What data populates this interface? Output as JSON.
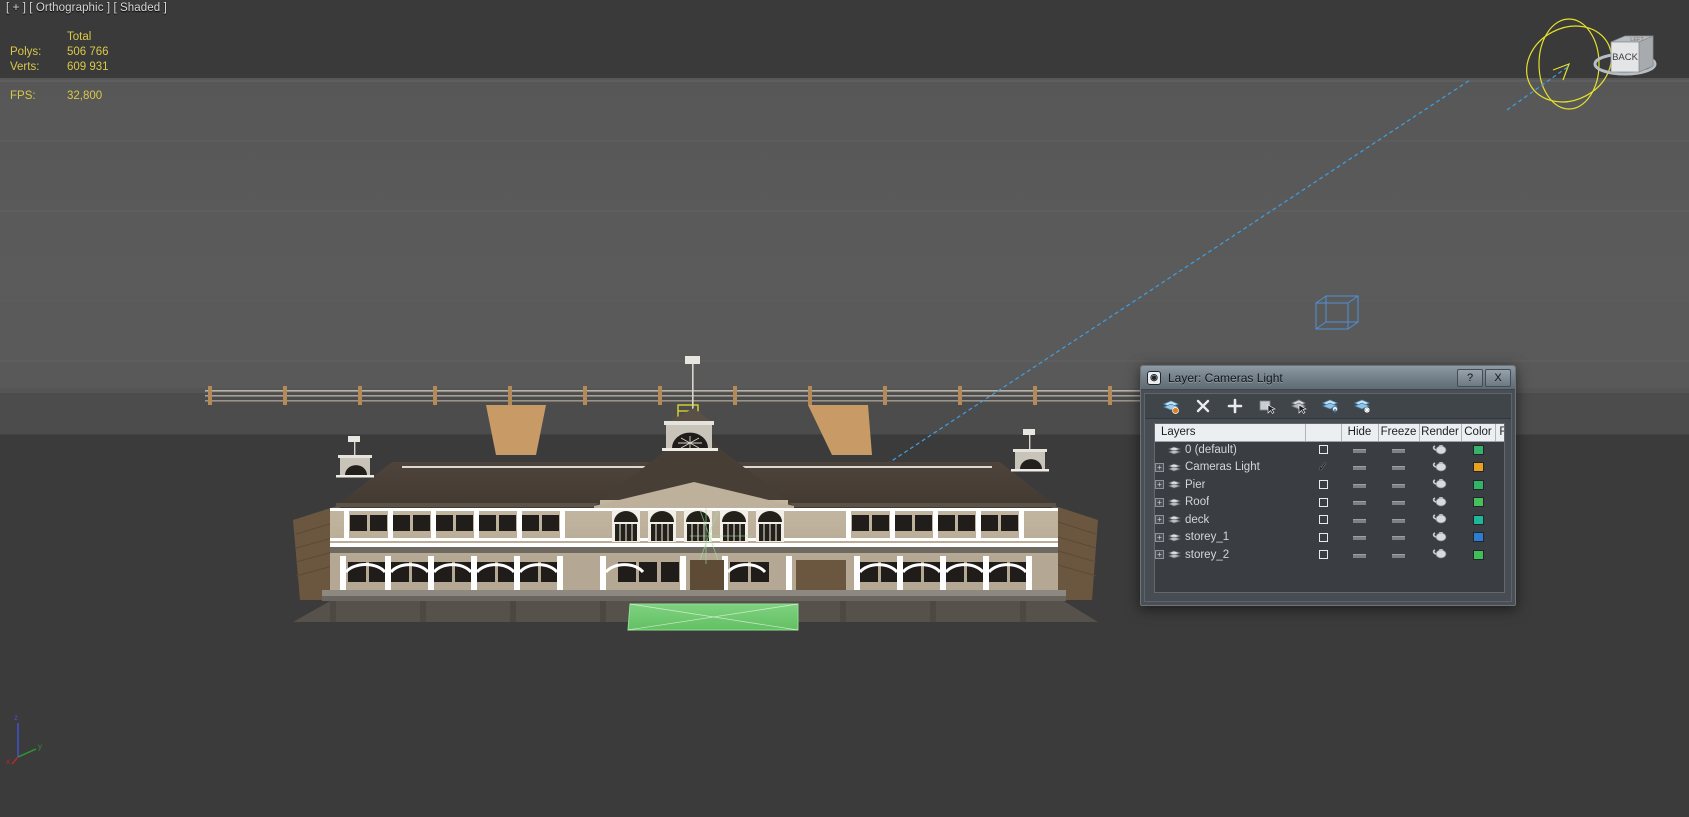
{
  "viewport": {
    "label": "[ + ] [ Orthographic ] [ Shaded ]",
    "projection": "Orthographic",
    "shading": "Shaded",
    "plus": "+"
  },
  "stats": {
    "header_total": "Total",
    "rows": [
      {
        "label": "Polys:",
        "value": "506 766"
      },
      {
        "label": "Verts:",
        "value": "609 931"
      }
    ],
    "fps_label": "FPS:",
    "fps_value": "32,800",
    "text_color": "#d9c84a"
  },
  "viewcube": {
    "front_face": "BACK",
    "top_face": "LEFT",
    "icon": "view-cube"
  },
  "axis_tripod": {
    "z": "z",
    "y": "y",
    "x": "x"
  },
  "dialog": {
    "title": "Layer: Cameras Light",
    "app_icon": "max-layer-icon",
    "help_button": "?",
    "close_button": "X",
    "toolbar": [
      {
        "name": "create-new-layer-icon",
        "glyph": "layers-new"
      },
      {
        "name": "delete-layer-icon",
        "glyph": "x"
      },
      {
        "name": "add-selection-icon",
        "glyph": "plus"
      },
      {
        "name": "select-objects-in-layer-icon",
        "glyph": "layer-select"
      },
      {
        "name": "select-highlighted-objects-icon",
        "glyph": "layer-pick"
      },
      {
        "name": "highlight-selected-objects-icon",
        "glyph": "layer-highlight"
      },
      {
        "name": "hide-unhide-layer-icon",
        "glyph": "layer-fx"
      }
    ],
    "columns": [
      {
        "key": "name",
        "label": "Layers"
      },
      {
        "key": "current",
        "label": ""
      },
      {
        "key": "hide",
        "label": "Hide"
      },
      {
        "key": "freeze",
        "label": "Freeze"
      },
      {
        "key": "render",
        "label": "Render"
      },
      {
        "key": "color",
        "label": "Color"
      },
      {
        "key": "radiosity",
        "label": "Radiosity"
      }
    ],
    "rows": [
      {
        "name": "0 (default)",
        "expandable": false,
        "current": false,
        "hide": "unchecked",
        "freeze": "dash",
        "render": "teapot",
        "color": "#35b26b",
        "radiosity": "on"
      },
      {
        "name": "Cameras Light",
        "expandable": true,
        "current": true,
        "hide": "unchecked",
        "freeze": "dash",
        "render": "teapot",
        "color": "#e8a21c",
        "radiosity": "on"
      },
      {
        "name": "Pier",
        "expandable": true,
        "current": false,
        "hide": "unchecked",
        "freeze": "dash",
        "render": "teapot",
        "color": "#2fb565",
        "radiosity": "on"
      },
      {
        "name": "Roof",
        "expandable": true,
        "current": false,
        "hide": "unchecked",
        "freeze": "dash",
        "render": "teapot",
        "color": "#45c05a",
        "radiosity": "on"
      },
      {
        "name": "deck",
        "expandable": true,
        "current": false,
        "hide": "unchecked",
        "freeze": "dash",
        "render": "teapot",
        "color": "#1fb79a",
        "radiosity": "on"
      },
      {
        "name": "storey_1",
        "expandable": true,
        "current": false,
        "hide": "unchecked",
        "freeze": "dash",
        "render": "teapot",
        "color": "#2a7fd4",
        "radiosity": "on"
      },
      {
        "name": "storey_2",
        "expandable": true,
        "current": false,
        "hide": "unchecked",
        "freeze": "dash",
        "render": "teapot",
        "color": "#3fbf55",
        "radiosity": "on"
      }
    ]
  },
  "scene": {
    "description": "Orthographic shaded view of a long pier pavilion building with railings, cupolas, flagpole, arcade facade and a selected green deck plane",
    "colors": {
      "background": "#3b3b3b",
      "water": "#585858",
      "roof": "#4a4038",
      "facade": "#b9ad99",
      "trim": "#ffffff",
      "selection_green": "#6fd46f",
      "camera_line": "#3f9fe0",
      "gizmo_yellow": "#e6e02c"
    }
  }
}
